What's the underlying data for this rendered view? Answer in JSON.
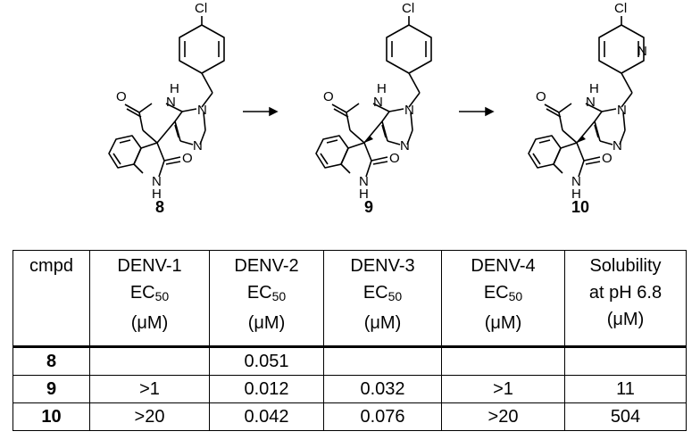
{
  "scheme": {
    "atoms": {
      "cl": "Cl",
      "o": "O",
      "n": "N",
      "nh": "NH",
      "h": "H"
    },
    "compounds": [
      {
        "label": "8"
      },
      {
        "label": "9"
      },
      {
        "label": "10"
      }
    ]
  },
  "table": {
    "headers": [
      {
        "lines": [
          "cmpd"
        ]
      },
      {
        "lines": [
          "DENV-1",
          "EC",
          "(μM)"
        ],
        "sub": "50"
      },
      {
        "lines": [
          "DENV-2",
          "EC",
          "(μM)"
        ],
        "sub": "50"
      },
      {
        "lines": [
          "DENV-3",
          "EC",
          "(μM)"
        ],
        "sub": "50"
      },
      {
        "lines": [
          "DENV-4",
          "EC",
          "(μM)"
        ],
        "sub": "50"
      },
      {
        "lines": [
          "Solubility",
          "at pH 6.8",
          "(μM)"
        ]
      }
    ],
    "rows": [
      [
        "8",
        "",
        "0.051",
        "",
        "",
        ""
      ],
      [
        "9",
        ">1",
        "0.012",
        "0.032",
        ">1",
        "11"
      ],
      [
        "10",
        ">20",
        "0.042",
        "0.076",
        ">20",
        "504"
      ]
    ]
  }
}
